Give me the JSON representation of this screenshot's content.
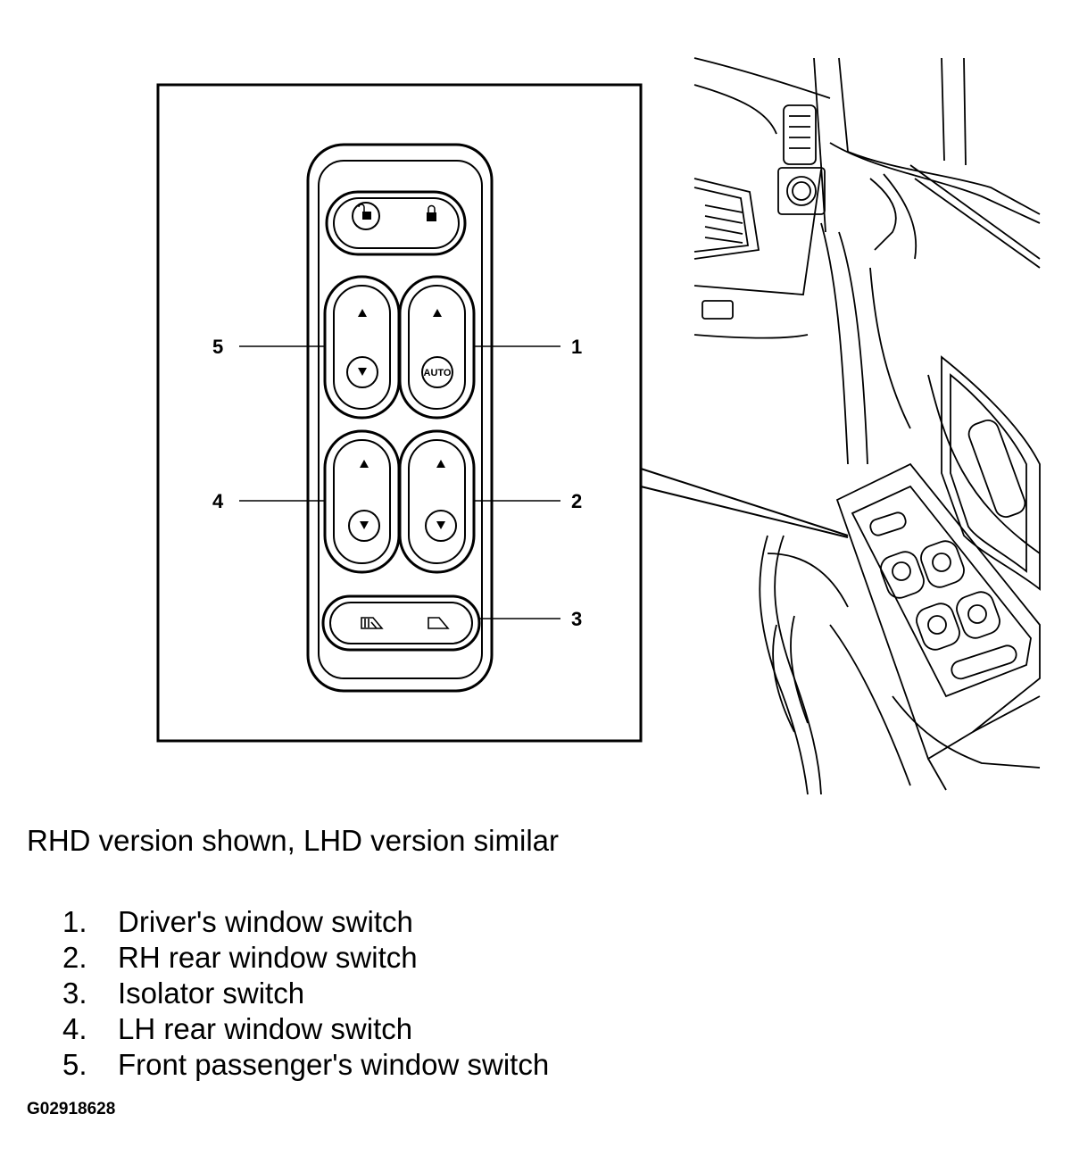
{
  "diagram": {
    "callouts": [
      "1",
      "2",
      "3",
      "4",
      "5"
    ],
    "auto_label": "AUTO",
    "icons": [
      "unlock-icon",
      "lock-icon",
      "isolator-left-icon",
      "isolator-right-icon",
      "up-arrow-icon",
      "down-arrow-icon"
    ]
  },
  "caption": "RHD version shown, LHD version similar",
  "legend": [
    {
      "num": "1.",
      "label": "Driver's window switch"
    },
    {
      "num": "2.",
      "label": "RH rear window switch"
    },
    {
      "num": "3.",
      "label": "Isolator switch"
    },
    {
      "num": "4.",
      "label": "LH rear window switch"
    },
    {
      "num": "5.",
      "label": "Front passenger's window switch"
    }
  ],
  "figure_id": "G02918628"
}
